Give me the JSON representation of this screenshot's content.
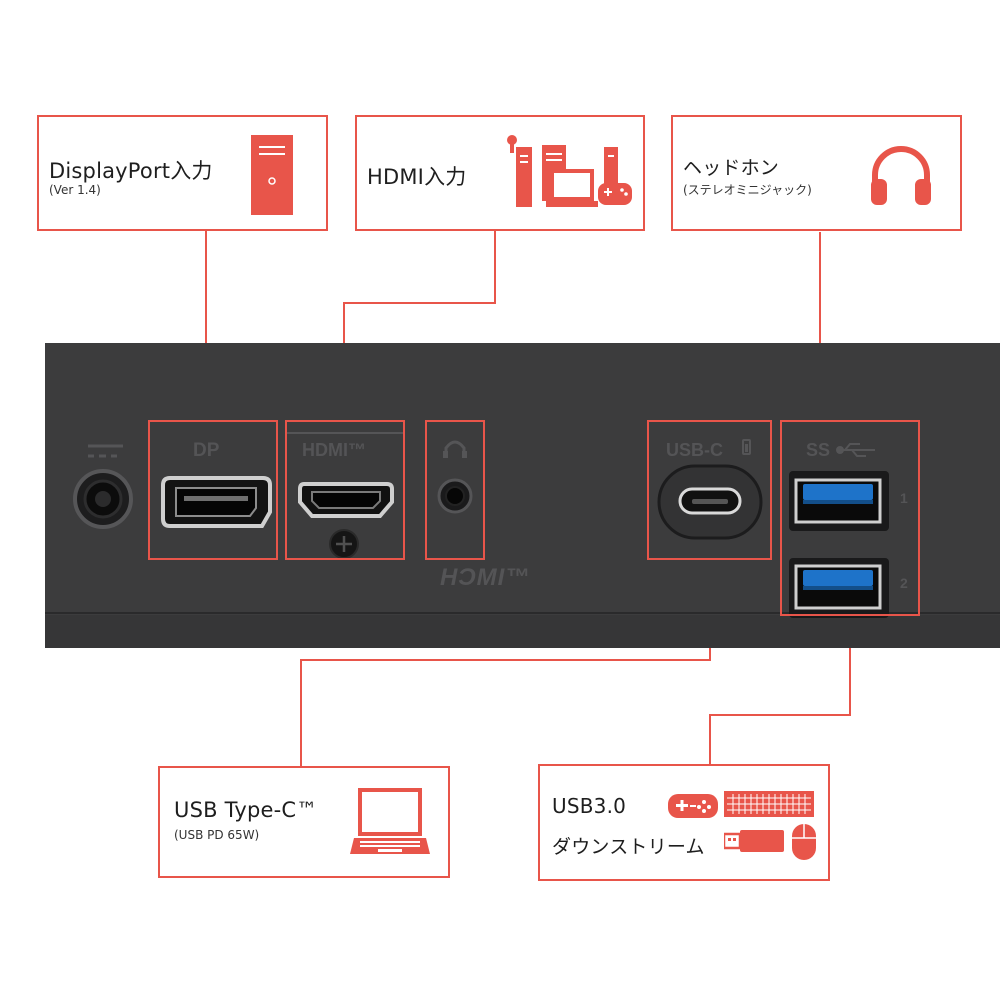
{
  "accent_color": "#e8554a",
  "panel_color": "#3c3c3d",
  "callouts": {
    "displayport": {
      "title": "DisplayPort入力",
      "subtitle": "(Ver 1.4)",
      "icon": "desktop-tower-icon"
    },
    "hdmi": {
      "title": "HDMI入力",
      "icon": "devices-icon"
    },
    "headphone": {
      "title": "ヘッドホン",
      "subtitle": "(ステレオミニジャック)",
      "icon": "headphones-icon"
    },
    "usbc": {
      "title": "USB Type-C™",
      "subtitle": "(USB PD 65W)",
      "icon": "laptop-icon"
    },
    "usb3": {
      "title": "USB3.0",
      "title2": "ダウンストリーム",
      "icons": [
        "gamepad-icon",
        "keyboard-icon",
        "usb-stick-icon",
        "mouse-icon"
      ]
    }
  },
  "panel_labels": {
    "dp": "DP",
    "hdmi": "HDMI™",
    "hdmi_logo": "HƆMI™",
    "usbc": "USB-C",
    "ss": "SS",
    "port1": "1",
    "port2": "2"
  }
}
